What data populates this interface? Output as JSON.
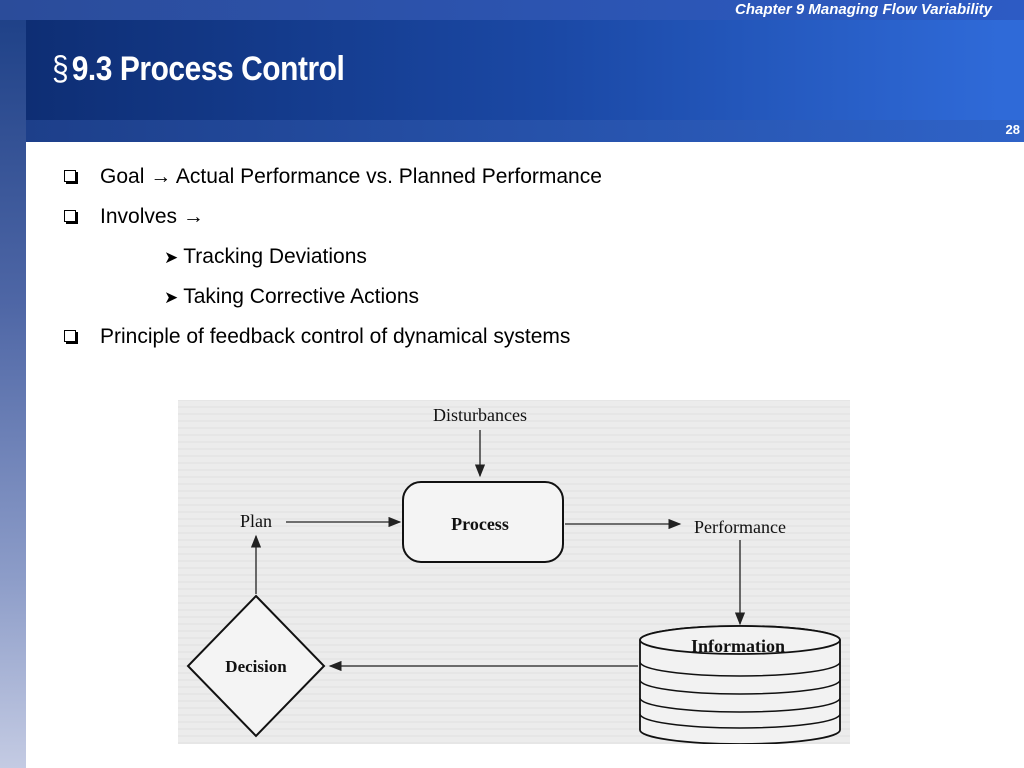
{
  "header": {
    "chapter": "Chapter 9  Managing Flow Variability",
    "section_symbol": "§",
    "title": "9.3 Process Control",
    "slide_number": "28"
  },
  "bullets": [
    {
      "level": 1,
      "text": "Goal → Actual Performance vs. Planned Performance"
    },
    {
      "level": 1,
      "text": "Involves →"
    },
    {
      "level": 2,
      "text": "Tracking Deviations"
    },
    {
      "level": 2,
      "text": "Taking Corrective Actions"
    },
    {
      "level": 1,
      "text": "Principle of feedback control of dynamical systems"
    }
  ],
  "diagram": {
    "disturbances": "Disturbances",
    "plan": "Plan",
    "process": "Process",
    "performance": "Performance",
    "information": "Information",
    "decision": "Decision"
  },
  "colors": {
    "title_band": "#1b49a6",
    "left_band": "#1c3f86",
    "text": "#000000"
  }
}
